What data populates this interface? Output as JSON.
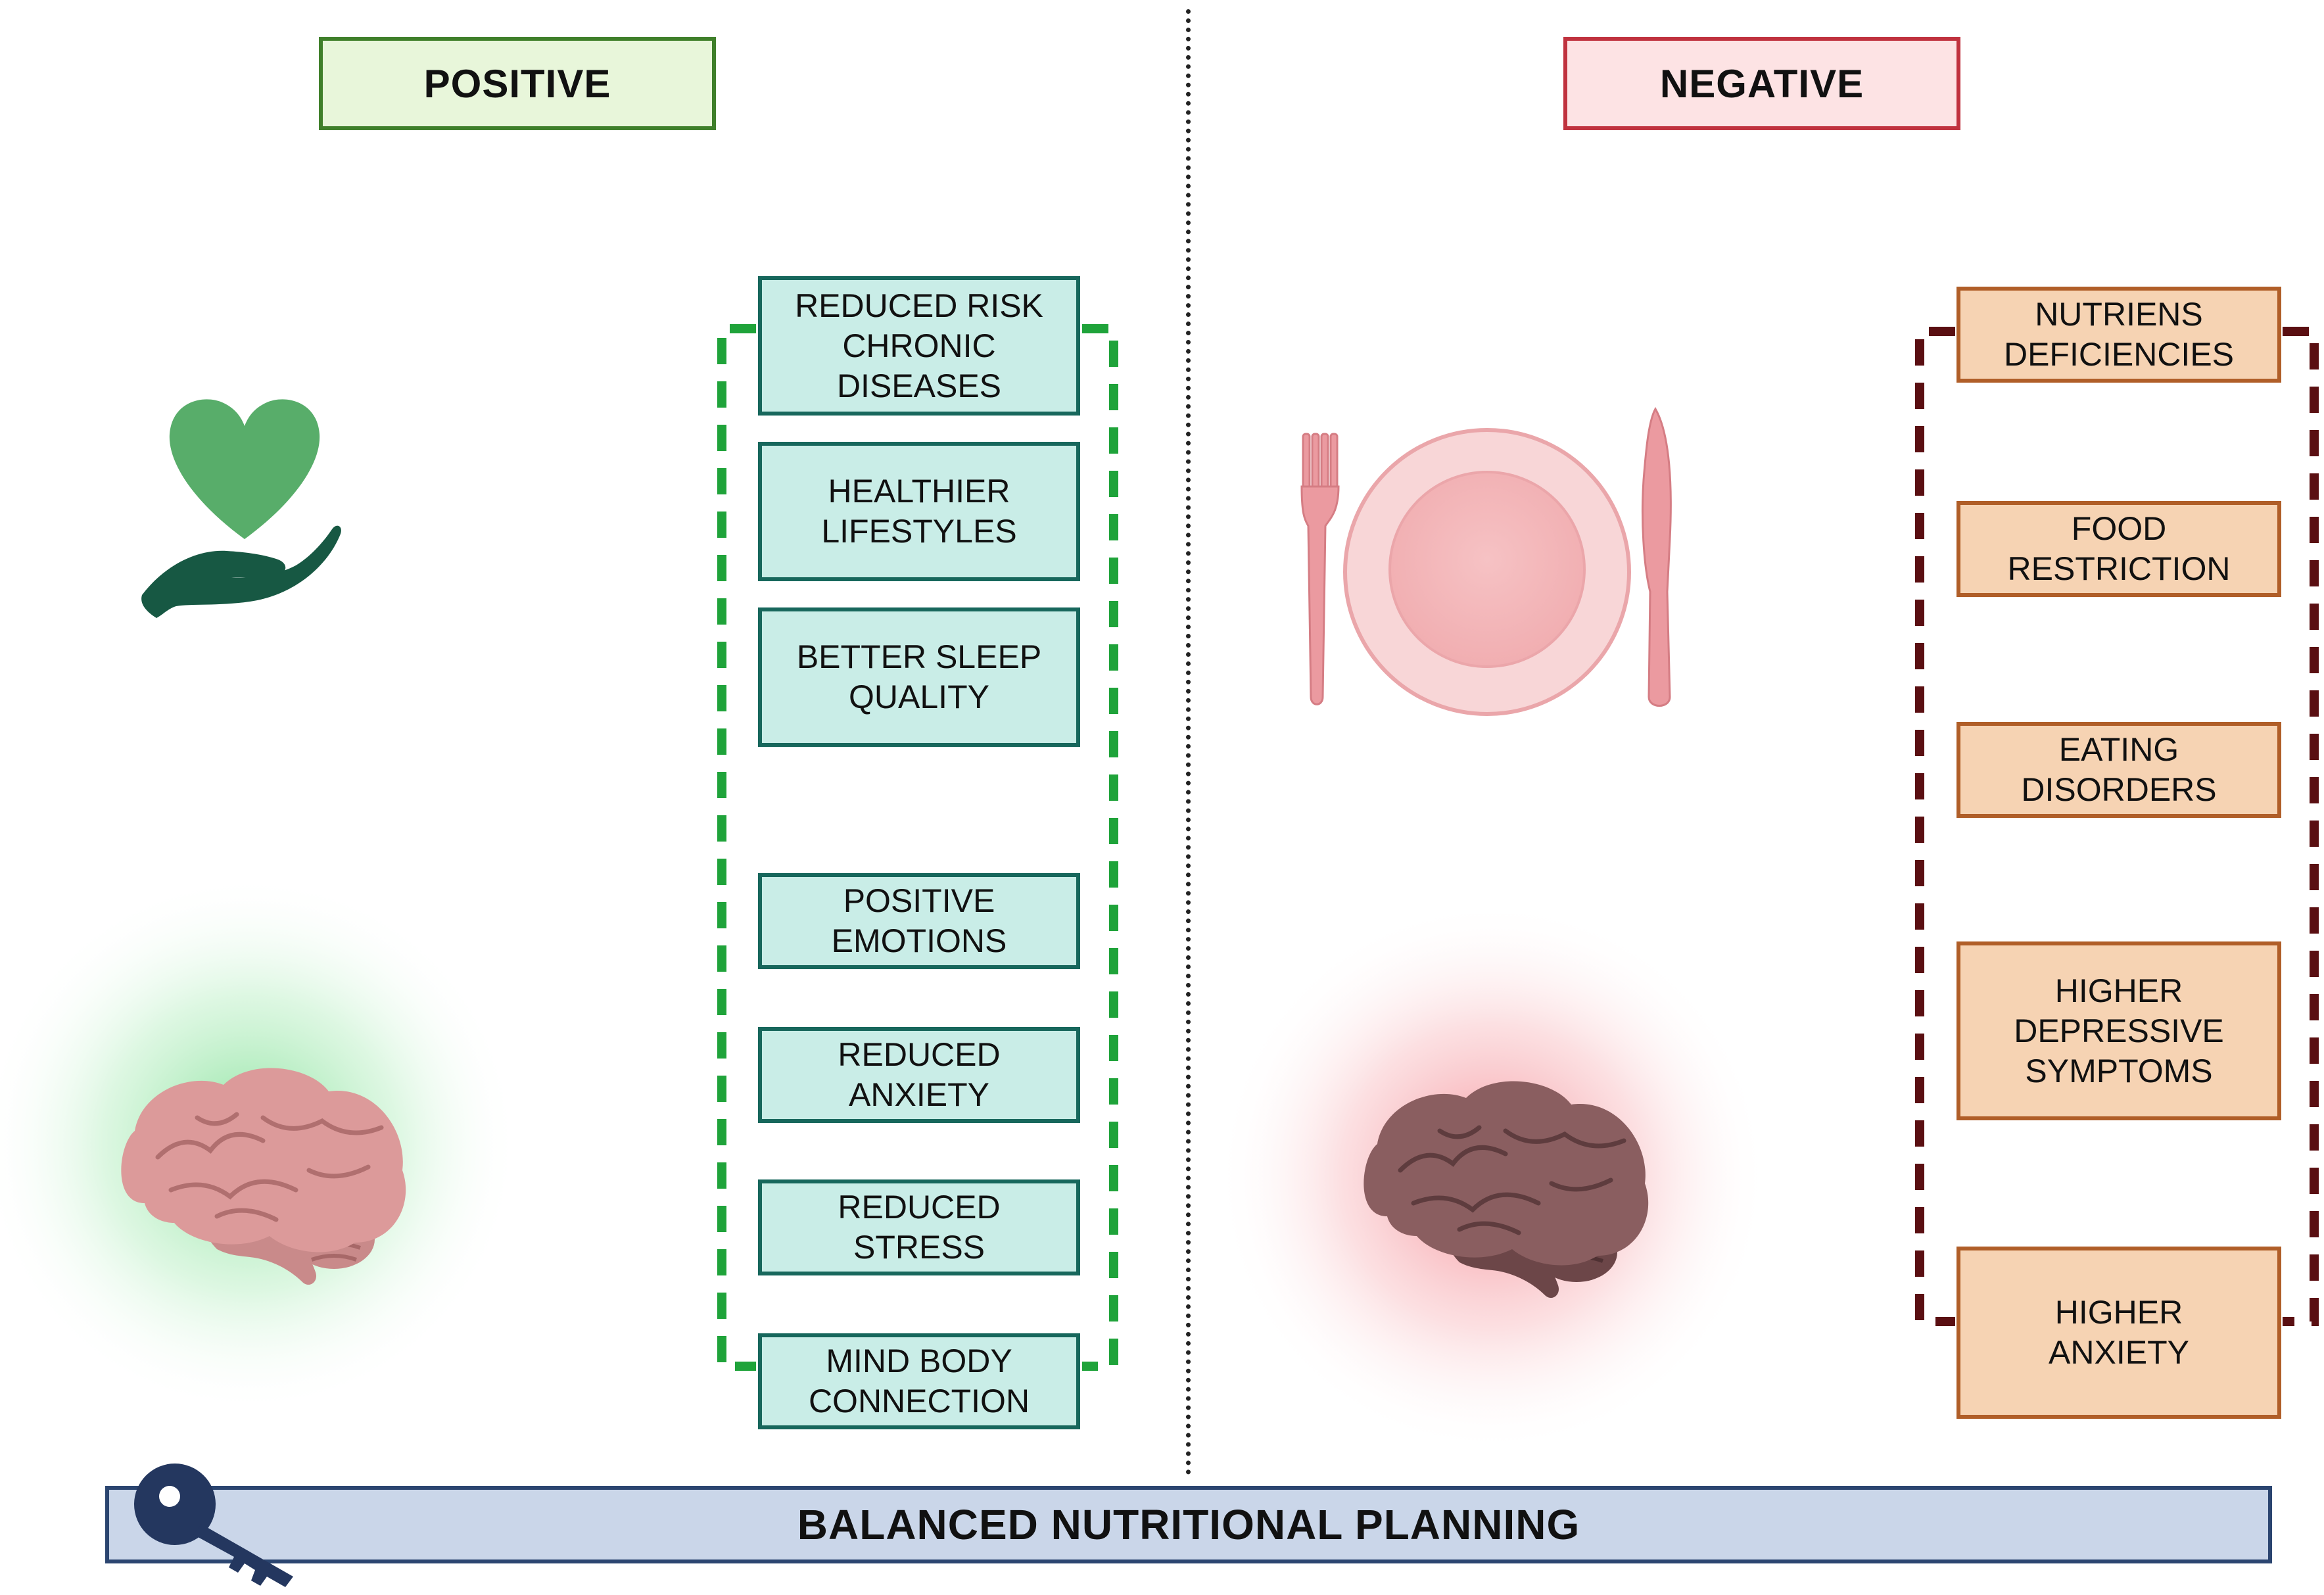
{
  "headers": {
    "positive": "POSITIVE",
    "negative": "NEGATIVE"
  },
  "positive_effects": [
    [
      "REDUCED RISK",
      "CHRONIC",
      "DISEASES"
    ],
    [
      "HEALTHIER",
      "LIFESTYLES"
    ],
    [
      "BETTER SLEEP",
      "QUALITY"
    ],
    [
      "POSITIVE",
      "EMOTIONS"
    ],
    [
      "REDUCED",
      "ANXIETY"
    ],
    [
      "REDUCED",
      "STRESS"
    ],
    [
      "MIND BODY",
      "CONNECTION"
    ]
  ],
  "negative_effects": [
    [
      "NUTRIENS",
      "DEFICIENCIES"
    ],
    [
      "FOOD",
      "RESTRICTION"
    ],
    [
      "EATING",
      "DISORDERS"
    ],
    [
      "HIGHER",
      "DEPRESSIVE",
      "SYMPTOMS"
    ],
    [
      "HIGHER",
      "ANXIETY"
    ]
  ],
  "footer": {
    "label": "BALANCED NUTRITIONAL PLANNING"
  },
  "icons": {
    "positive_health": "heart-in-hand-icon",
    "positive_brain": "brain-icon",
    "negative_meal": "plate-fork-knife-icon",
    "negative_brain": "brain-icon",
    "footer_key": "key-icon"
  },
  "colors": {
    "positive_accent": "#1fa33a",
    "negative_accent": "#5a0f12",
    "positive_box": "#c9ede7",
    "negative_box": "#f6d3b3",
    "bar": "#cad6e9"
  }
}
